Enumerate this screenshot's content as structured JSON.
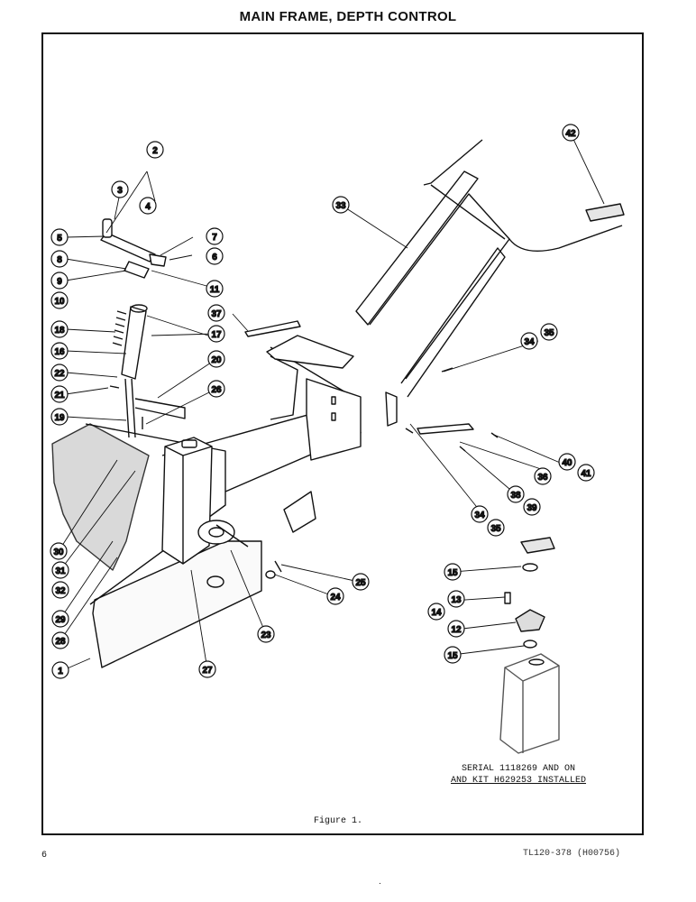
{
  "header": {
    "title": "MAIN FRAME, DEPTH CONTROL"
  },
  "callouts": [
    "1",
    "2",
    "3",
    "4",
    "5",
    "6",
    "7",
    "8",
    "9",
    "10",
    "11",
    "12",
    "13",
    "14",
    "15",
    "15",
    "16",
    "17",
    "18",
    "19",
    "20",
    "21",
    "22",
    "23",
    "24",
    "25",
    "26",
    "27",
    "28",
    "29",
    "30",
    "31",
    "32",
    "33",
    "34",
    "35",
    "34",
    "35",
    "36",
    "37",
    "38",
    "39",
    "40",
    "41",
    "42"
  ],
  "note": {
    "line1": "SERIAL 1118269 AND ON",
    "line2": "AND KIT H629253 INSTALLED"
  },
  "caption": "Figure 1.",
  "footer": {
    "page_number": "6",
    "doc_code": "TL120-378 (H00756)"
  },
  "mark": "."
}
